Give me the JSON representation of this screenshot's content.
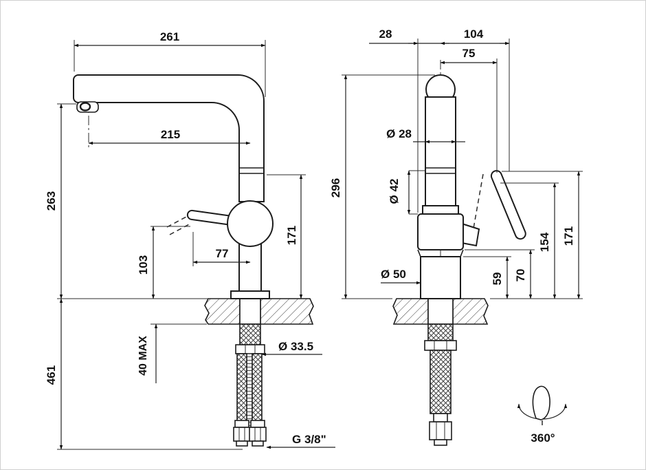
{
  "side_view": {
    "spout_width": "261",
    "spout_reach": "215",
    "height_to_spout": "263",
    "height_to_handle_top": "171",
    "handle_height": "103",
    "handle_reach": "77",
    "hose_length": "461",
    "counter_thickness": "40 MAX",
    "hole_diameter": "Ø 33.5",
    "connection_thread": "G 3/8\""
  },
  "front_view": {
    "body_offset": "28",
    "total_width": "104",
    "handle_offset": "75",
    "total_height": "296",
    "body_diameter": "Ø 28",
    "housing_diameter": "Ø 42",
    "base_diameter": "Ø 50",
    "base_top_height": "59",
    "housing_bottom_height": "70",
    "handle_pivot_height": "154",
    "handle_top_height": "171",
    "swivel_angle": "360°"
  }
}
